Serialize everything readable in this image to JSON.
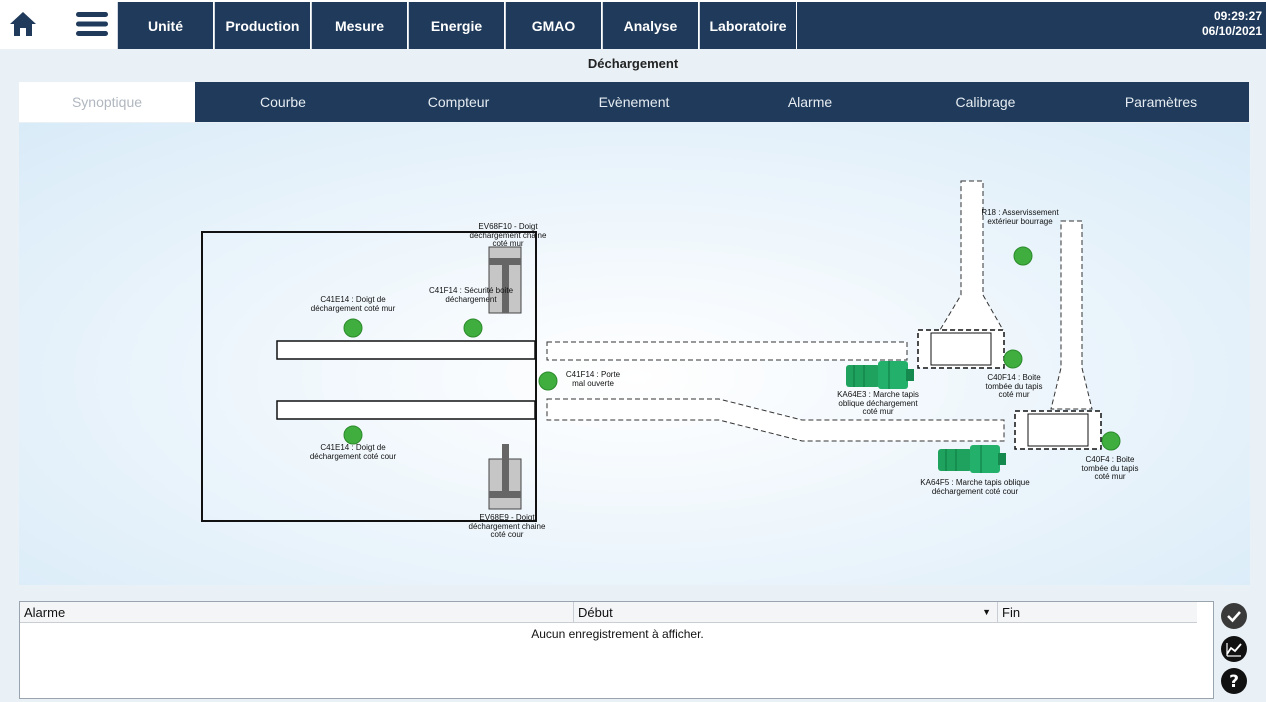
{
  "nav": {
    "tabs": [
      {
        "label": "Unité"
      },
      {
        "label": "Production"
      },
      {
        "label": "Mesure"
      },
      {
        "label": "Energie"
      },
      {
        "label": "GMAO"
      },
      {
        "label": "Analyse"
      },
      {
        "label": "Laboratoire"
      }
    ],
    "time": "09:29:27",
    "date": "06/10/2021"
  },
  "page": {
    "title": "Déchargement"
  },
  "subtabs": [
    {
      "label": "Synoptique",
      "active": true
    },
    {
      "label": "Courbe"
    },
    {
      "label": "Compteur"
    },
    {
      "label": "Evènement"
    },
    {
      "label": "Alarme"
    },
    {
      "label": "Calibrage"
    },
    {
      "label": "Paramètres"
    }
  ],
  "synoptic": {
    "labels": {
      "ev68f10": "EV68F10 - Doigt déchargement chaine coté mur",
      "c41e14_mur": "C41E14 : Doigt de déchargement coté mur",
      "c41f14_securite": "C41F14 : Sécurité boite déchargement",
      "c41f14_porte": "C41F14 : Porte mal ouverte",
      "c41e14_cour": "C41E14 : Doigt de déchargement coté cour",
      "ev68e9": "EV68E9 - Doigt déchargement chaine coté cour",
      "r18": "R18 : Asservissement extérieur bourrage",
      "c40f14": "C40F14 : Boite tombée du tapis coté mur",
      "ka64e3": "KA64E3 : Marche tapis oblique déchargement coté mur",
      "c40f4": "C40F4 : Boite tombée du tapis coté mur",
      "ka64f5": "KA64F5 : Marche tapis oblique déchargement coté cour"
    },
    "status_color": "#3fae3f"
  },
  "alarms": {
    "columns": {
      "alarm": "Alarme",
      "start": "Début",
      "end": "Fin"
    },
    "empty_message": "Aucun enregistrement à afficher."
  },
  "colors": {
    "nav_bg": "#1f3a5a",
    "accent": "#1f3a5a"
  }
}
